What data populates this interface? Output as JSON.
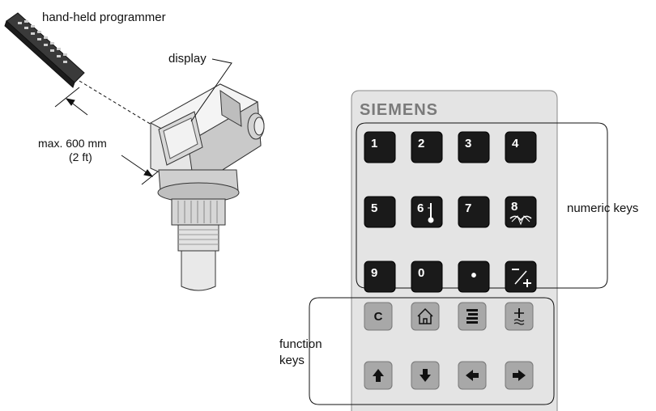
{
  "labels": {
    "programmer": "hand-held programmer",
    "display": "display",
    "distance_line1": "max. 600 mm",
    "distance_line2": "(2 ft)",
    "numeric_keys": "numeric keys",
    "function_keys_line1": "function",
    "function_keys_line2": "keys"
  },
  "keypad": {
    "brand": "SIEMENS",
    "numeric_rows": [
      [
        {
          "label": "1",
          "icon": null
        },
        {
          "label": "2",
          "icon": null
        },
        {
          "label": "3",
          "icon": null
        },
        {
          "label": "4",
          "icon": null
        }
      ],
      [
        {
          "label": "5",
          "icon": null
        },
        {
          "label": "6",
          "icon": "thermometer-icon"
        },
        {
          "label": "7",
          "icon": null
        },
        {
          "label": "8",
          "icon": "echo-profile-icon"
        }
      ],
      [
        {
          "label": "9",
          "icon": null
        },
        {
          "label": "0",
          "icon": null
        },
        {
          "label": "•",
          "icon": null
        },
        {
          "label": "",
          "icon": "minus-plus-icon"
        }
      ]
    ],
    "function_rows": [
      [
        {
          "label": "C",
          "icon": null
        },
        {
          "label": "",
          "icon": "home-icon"
        },
        {
          "label": "",
          "icon": "mode-icon"
        },
        {
          "label": "",
          "icon": "level-icon"
        }
      ],
      [
        {
          "label": "",
          "icon": "arrow-up-icon"
        },
        {
          "label": "",
          "icon": "arrow-down-icon"
        },
        {
          "label": "",
          "icon": "arrow-left-icon"
        },
        {
          "label": "",
          "icon": "arrow-right-icon"
        }
      ]
    ]
  },
  "colors": {
    "key_dark": "#1a1a1a",
    "key_grey": "#a8a8a8",
    "panel": "#e4e4e4",
    "device_body": "#cfcfcf"
  }
}
